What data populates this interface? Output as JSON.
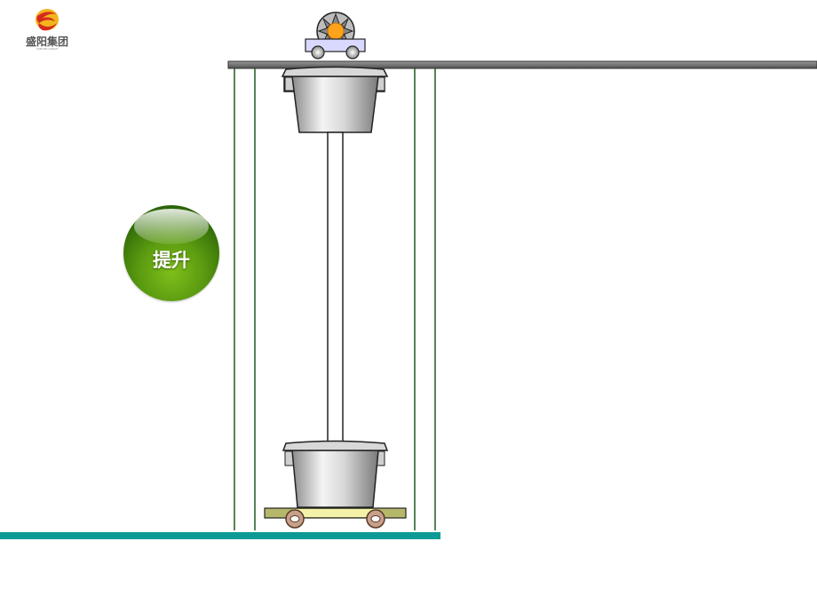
{
  "logo": {
    "name": "盛阳集团",
    "subtitle": "SUNYON GROUP",
    "colors": {
      "red": "#d42a1e",
      "yellow": "#f2b51c"
    }
  },
  "controls": {
    "lift_label": "提升"
  },
  "colors": {
    "rail": "#6f6f6f",
    "shaft_lines": "#1f5a1f",
    "ground": "#0d9a94",
    "button": "#5a9a10",
    "cart_body": "#d9d9ff",
    "sun": "#ffa31a",
    "trolley_base": "#b5b86a",
    "wheel": "#c8a08a"
  }
}
